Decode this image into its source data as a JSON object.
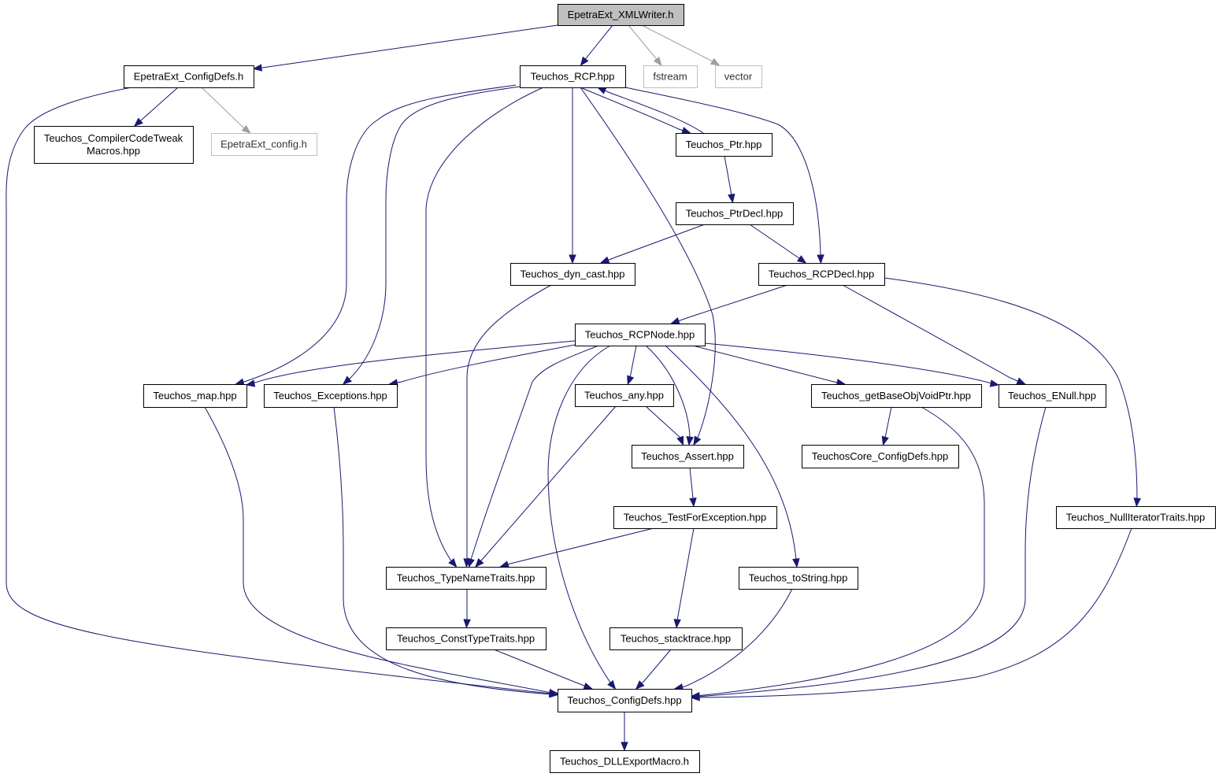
{
  "graph": {
    "root": "EpetraExt_XMLWriter.h",
    "nodes": [
      {
        "id": "xmlwriter",
        "lines": [
          "EpetraExt_XMLWriter.h"
        ],
        "kind": "root"
      },
      {
        "id": "configdefs_h",
        "lines": [
          "EpetraExt_ConfigDefs.h"
        ],
        "kind": "file"
      },
      {
        "id": "rcp",
        "lines": [
          "Teuchos_RCP.hpp"
        ],
        "kind": "file"
      },
      {
        "id": "fstream",
        "lines": [
          "fstream"
        ],
        "kind": "external"
      },
      {
        "id": "vector",
        "lines": [
          "vector"
        ],
        "kind": "external"
      },
      {
        "id": "compilercode",
        "lines": [
          "Teuchos_CompilerCodeTweak",
          "Macros.hpp"
        ],
        "kind": "file"
      },
      {
        "id": "epetraext_config",
        "lines": [
          "EpetraExt_config.h"
        ],
        "kind": "external"
      },
      {
        "id": "ptr",
        "lines": [
          "Teuchos_Ptr.hpp"
        ],
        "kind": "file"
      },
      {
        "id": "ptrdecl",
        "lines": [
          "Teuchos_PtrDecl.hpp"
        ],
        "kind": "file"
      },
      {
        "id": "dyncast",
        "lines": [
          "Teuchos_dyn_cast.hpp"
        ],
        "kind": "file"
      },
      {
        "id": "rcpdecl",
        "lines": [
          "Teuchos_RCPDecl.hpp"
        ],
        "kind": "file"
      },
      {
        "id": "rcpnode",
        "lines": [
          "Teuchos_RCPNode.hpp"
        ],
        "kind": "file"
      },
      {
        "id": "map",
        "lines": [
          "Teuchos_map.hpp"
        ],
        "kind": "file"
      },
      {
        "id": "exceptions",
        "lines": [
          "Teuchos_Exceptions.hpp"
        ],
        "kind": "file"
      },
      {
        "id": "any",
        "lines": [
          "Teuchos_any.hpp"
        ],
        "kind": "file"
      },
      {
        "id": "getbase",
        "lines": [
          "Teuchos_getBaseObjVoidPtr.hpp"
        ],
        "kind": "file"
      },
      {
        "id": "enull",
        "lines": [
          "Teuchos_ENull.hpp"
        ],
        "kind": "file"
      },
      {
        "id": "assert",
        "lines": [
          "Teuchos_Assert.hpp"
        ],
        "kind": "file"
      },
      {
        "id": "teuchoscore",
        "lines": [
          "TeuchosCore_ConfigDefs.hpp"
        ],
        "kind": "file"
      },
      {
        "id": "testforexc",
        "lines": [
          "Teuchos_TestForException.hpp"
        ],
        "kind": "file"
      },
      {
        "id": "nulliter",
        "lines": [
          "Teuchos_NullIteratorTraits.hpp"
        ],
        "kind": "file"
      },
      {
        "id": "typename",
        "lines": [
          "Teuchos_TypeNameTraits.hpp"
        ],
        "kind": "file"
      },
      {
        "id": "tostring",
        "lines": [
          "Teuchos_toString.hpp"
        ],
        "kind": "file"
      },
      {
        "id": "consttype",
        "lines": [
          "Teuchos_ConstTypeTraits.hpp"
        ],
        "kind": "file"
      },
      {
        "id": "stacktrace",
        "lines": [
          "Teuchos_stacktrace.hpp"
        ],
        "kind": "file"
      },
      {
        "id": "configdefs_hpp",
        "lines": [
          "Teuchos_ConfigDefs.hpp"
        ],
        "kind": "file"
      },
      {
        "id": "dllexport",
        "lines": [
          "Teuchos_DLLExportMacro.h"
        ],
        "kind": "file"
      }
    ],
    "edges": [
      {
        "from": "xmlwriter",
        "to": "configdefs_h"
      },
      {
        "from": "xmlwriter",
        "to": "rcp"
      },
      {
        "from": "xmlwriter",
        "to": "fstream"
      },
      {
        "from": "xmlwriter",
        "to": "vector"
      },
      {
        "from": "configdefs_h",
        "to": "compilercode"
      },
      {
        "from": "configdefs_h",
        "to": "epetraext_config"
      },
      {
        "from": "configdefs_h",
        "to": "configdefs_hpp"
      },
      {
        "from": "rcp",
        "to": "ptr"
      },
      {
        "from": "ptr",
        "to": "rcp"
      },
      {
        "from": "rcp",
        "to": "dyncast"
      },
      {
        "from": "rcp",
        "to": "rcpdecl"
      },
      {
        "from": "rcp",
        "to": "map"
      },
      {
        "from": "rcp",
        "to": "exceptions"
      },
      {
        "from": "rcp",
        "to": "typename"
      },
      {
        "from": "rcp",
        "to": "assert"
      },
      {
        "from": "ptr",
        "to": "ptrdecl"
      },
      {
        "from": "ptrdecl",
        "to": "dyncast"
      },
      {
        "from": "ptrdecl",
        "to": "rcpdecl"
      },
      {
        "from": "dyncast",
        "to": "typename"
      },
      {
        "from": "rcpdecl",
        "to": "rcpnode"
      },
      {
        "from": "rcpdecl",
        "to": "enull"
      },
      {
        "from": "rcpdecl",
        "to": "nulliter"
      },
      {
        "from": "rcpnode",
        "to": "map"
      },
      {
        "from": "rcpnode",
        "to": "exceptions"
      },
      {
        "from": "rcpnode",
        "to": "typename"
      },
      {
        "from": "rcpnode",
        "to": "configdefs_hpp"
      },
      {
        "from": "rcpnode",
        "to": "any"
      },
      {
        "from": "rcpnode",
        "to": "assert"
      },
      {
        "from": "rcpnode",
        "to": "tostring"
      },
      {
        "from": "rcpnode",
        "to": "getbase"
      },
      {
        "from": "rcpnode",
        "to": "enull"
      },
      {
        "from": "map",
        "to": "configdefs_hpp"
      },
      {
        "from": "exceptions",
        "to": "configdefs_hpp"
      },
      {
        "from": "any",
        "to": "assert"
      },
      {
        "from": "any",
        "to": "typename"
      },
      {
        "from": "assert",
        "to": "testforexc"
      },
      {
        "from": "testforexc",
        "to": "typename"
      },
      {
        "from": "testforexc",
        "to": "stacktrace"
      },
      {
        "from": "getbase",
        "to": "teuchoscore"
      },
      {
        "from": "getbase",
        "to": "configdefs_hpp"
      },
      {
        "from": "enull",
        "to": "configdefs_hpp"
      },
      {
        "from": "nulliter",
        "to": "configdefs_hpp"
      },
      {
        "from": "typename",
        "to": "consttype"
      },
      {
        "from": "consttype",
        "to": "configdefs_hpp"
      },
      {
        "from": "tostring",
        "to": "configdefs_hpp"
      },
      {
        "from": "stacktrace",
        "to": "configdefs_hpp"
      },
      {
        "from": "configdefs_hpp",
        "to": "dllexport"
      }
    ]
  }
}
